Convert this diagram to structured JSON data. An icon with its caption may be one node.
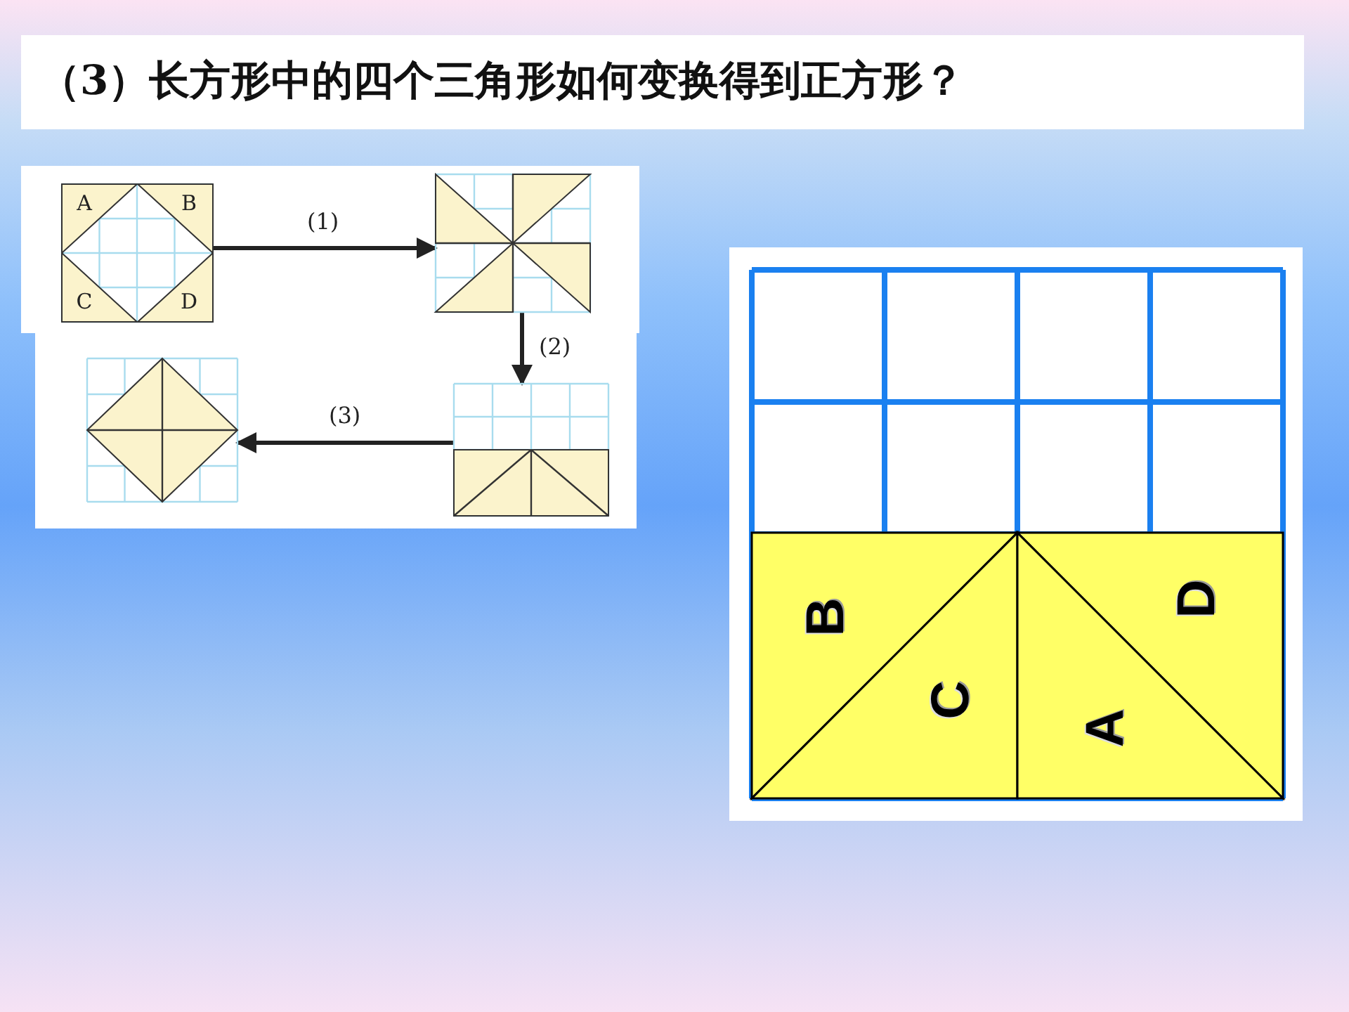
{
  "diagram": {
    "title": "（3）长方形中的四个三角形如何变换得到正方形？",
    "nodes": [
      {
        "text": [],
        "shape": "grid"
      },
      {
        "text": [
          "A"
        ],
        "in": 0
      },
      {
        "text": [
          "B"
        ],
        "in": 0
      },
      {
        "text": [
          "C"
        ],
        "in": 0
      },
      {
        "text": [
          "D"
        ],
        "in": 0
      },
      {
        "text": [],
        "shape": "grid"
      },
      {
        "text": [],
        "shape": "grid"
      },
      {
        "text": [],
        "shape": "grid"
      },
      {
        "text": [],
        "shape": "grid"
      },
      {
        "text": [
          "B"
        ],
        "in": 8
      },
      {
        "text": [
          "D"
        ],
        "in": 8
      },
      {
        "text": [
          "C"
        ],
        "in": 8
      },
      {
        "text": [
          "A"
        ],
        "in": 8
      }
    ],
    "edges": [
      {
        "from": 0,
        "to": 5,
        "arrow": "to",
        "label": "(1)"
      },
      {
        "from": 5,
        "to": 6,
        "arrow": "to",
        "label": "(2)"
      },
      {
        "from": 6,
        "to": 7,
        "arrow": "to",
        "label": "(3)"
      }
    ]
  }
}
